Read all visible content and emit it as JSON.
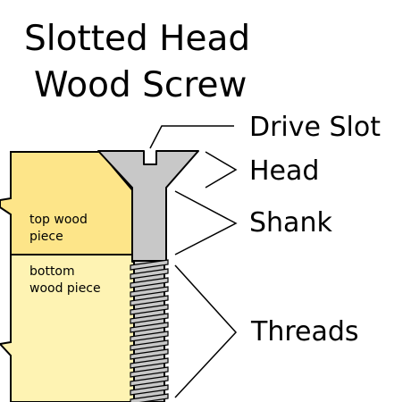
{
  "title": {
    "line1": "Slotted Head",
    "line2": "Wood Screw"
  },
  "labels": {
    "drive_slot": "Drive Slot",
    "head": "Head",
    "shank": "Shank",
    "threads": "Threads"
  },
  "wood": {
    "top_line1": "top wood",
    "top_line2": "piece",
    "bottom_line1": "bottom",
    "bottom_line2": "wood piece"
  },
  "colors": {
    "background": "#ffffff",
    "top_wood": "#fde589",
    "bottom_wood": "#fef3b3",
    "screw": "#c8c8c8",
    "outline": "#000000"
  }
}
